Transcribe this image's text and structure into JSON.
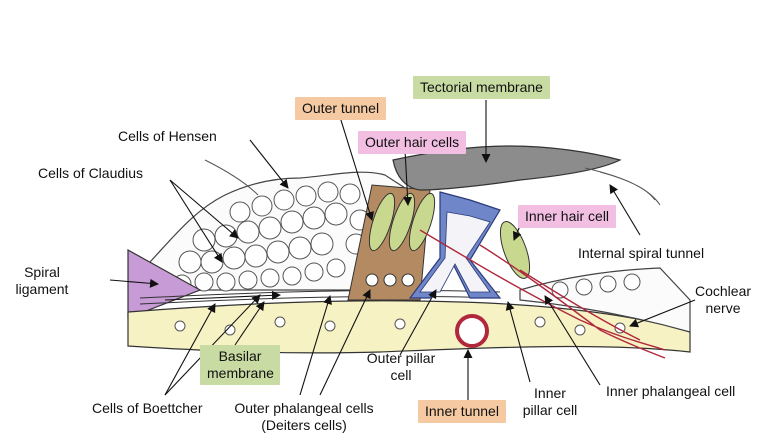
{
  "labels": {
    "tectorial_membrane": "Tectorial membrane",
    "outer_tunnel": "Outer tunnel",
    "outer_hair_cells": "Outer hair cells",
    "cells_of_hensen": "Cells of Hensen",
    "cells_of_claudius": "Cells of Claudius",
    "inner_hair_cell": "Inner hair cell",
    "internal_spiral_tunnel": "Internal spiral tunnel",
    "spiral_ligament_line1": "Spiral",
    "spiral_ligament_line2": "ligament",
    "cochlear_nerve_line1": "Cochlear",
    "cochlear_nerve_line2": "nerve",
    "basilar_membrane_line1": "Basilar",
    "basilar_membrane_line2": "membrane",
    "outer_pillar_cell_line1": "Outer pillar",
    "outer_pillar_cell_line2": "cell",
    "inner_pillar_cell_line1": "Inner",
    "inner_pillar_cell_line2": "pillar cell",
    "inner_phalangeal_cell": "Inner phalangeal cell",
    "cells_of_boettcher": "Cells of Boettcher",
    "outer_phalangeal_cells_line1": "Outer phalangeal cells",
    "outer_phalangeal_cells_line2": "(Deiters cells)",
    "inner_tunnel": "Inner tunnel"
  },
  "colors": {
    "green_box": "#c8dba2",
    "orange_box": "#f5caa2",
    "pink_box": "#f2bfe2",
    "basilar_yellow": "#f7f2c4",
    "pillar_blue": "#6f86c9",
    "tectorial_gray": "#8c8c8c",
    "spiral_ligament_purple": "#c79bd6",
    "hair_cell_green": "#c8d98f",
    "phalangeal_brown": "#b48a62",
    "nerve_red": "#b0283c"
  }
}
